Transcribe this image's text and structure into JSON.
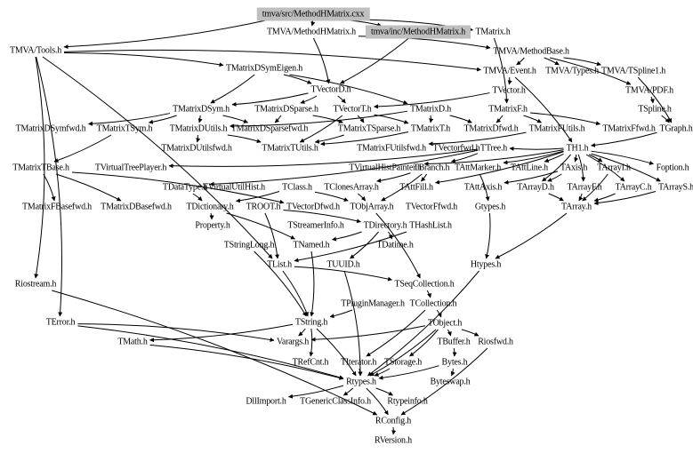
{
  "diagram": {
    "title": "Include dependency graph for tmva/src/MethodHMatrix.cxx",
    "colors": {
      "highlight_fill": "#bfbfbf",
      "edge": "#000000",
      "background": "#ffffff"
    },
    "nodes": [
      {
        "id": "src",
        "label": "tmva/src/MethodHMatrix.cxx",
        "highlight": true
      },
      {
        "id": "mhm",
        "label": "TMVA/MethodHMatrix.h"
      },
      {
        "id": "inc",
        "label": "tmva/inc/MethodHMatrix.h",
        "highlight": true
      },
      {
        "id": "tmatrix",
        "label": "TMatrix.h"
      },
      {
        "id": "tools",
        "label": "TMVA/Tools.h"
      },
      {
        "id": "mbase",
        "label": "TMVA/MethodBase.h"
      },
      {
        "id": "dsymeig",
        "label": "TMatrixDSymEigen.h"
      },
      {
        "id": "event",
        "label": "TMVA/Event.h"
      },
      {
        "id": "types",
        "label": "TMVA/Types.h"
      },
      {
        "id": "tspline1",
        "label": "TMVA/TSpline1.h"
      },
      {
        "id": "tvectord",
        "label": "TVectorD.h"
      },
      {
        "id": "tvector",
        "label": "TVector.h"
      },
      {
        "id": "pdf",
        "label": "TMVA/PDF.h"
      },
      {
        "id": "dsym",
        "label": "TMatrixDSym.h"
      },
      {
        "id": "dsparse",
        "label": "TMatrixDSparse.h"
      },
      {
        "id": "tvectort",
        "label": "TVectorT.h"
      },
      {
        "id": "tmd",
        "label": "TMatrixD.h"
      },
      {
        "id": "tmf",
        "label": "TMatrixF.h"
      },
      {
        "id": "tspline",
        "label": "TSpline.h"
      },
      {
        "id": "dsymfwd",
        "label": "TMatrixDSymfwd.h"
      },
      {
        "id": "tsym",
        "label": "TMatrixTSym.h"
      },
      {
        "id": "dutils",
        "label": "TMatrixDUtils.h"
      },
      {
        "id": "dsparsefwd",
        "label": "TMatrixDSparsefwd.h"
      },
      {
        "id": "tsparse",
        "label": "TMatrixTSparse.h"
      },
      {
        "id": "tmt",
        "label": "TMatrixT.h"
      },
      {
        "id": "dfwd",
        "label": "TMatrixDfwd.h"
      },
      {
        "id": "futils",
        "label": "TMatrixFUtils.h"
      },
      {
        "id": "ffwd",
        "label": "TMatrixFfwd.h"
      },
      {
        "id": "tgraph",
        "label": "TGraph.h"
      },
      {
        "id": "dutilsfwd",
        "label": "TMatrixDUtilsfwd.h"
      },
      {
        "id": "tutils",
        "label": "TMatrixTUtils.h"
      },
      {
        "id": "futilsfwd",
        "label": "TMatrixFUtilsfwd.h"
      },
      {
        "id": "tvectorfwd",
        "label": "TVectorfwd.h"
      },
      {
        "id": "ttree",
        "label": "TTree.h"
      },
      {
        "id": "th1",
        "label": "TH1.h"
      },
      {
        "id": "tbase",
        "label": "TMatrixTBase.h"
      },
      {
        "id": "vtreeplayer",
        "label": "TVirtualTreePlayer.h"
      },
      {
        "id": "vhistpainter",
        "label": "TVirtualHistPainter.h"
      },
      {
        "id": "tbranch",
        "label": "TBranch.h"
      },
      {
        "id": "attmarker",
        "label": "TAttMarker.h"
      },
      {
        "id": "attline",
        "label": "TAttLine.h"
      },
      {
        "id": "taxis",
        "label": "TAxis.h"
      },
      {
        "id": "tarrayi",
        "label": "TArrayI.h"
      },
      {
        "id": "foption",
        "label": "Foption.h"
      },
      {
        "id": "tdatatype",
        "label": "TDataType.h"
      },
      {
        "id": "vutilhist",
        "label": "TVirtualUtilHist.h"
      },
      {
        "id": "tclass",
        "label": "TClass.h"
      },
      {
        "id": "tclones",
        "label": "TClonesArray.h"
      },
      {
        "id": "attfill",
        "label": "TAttFill.h"
      },
      {
        "id": "attaxis",
        "label": "TAttAxis.h"
      },
      {
        "id": "tarrayd",
        "label": "TArrayD.h"
      },
      {
        "id": "tarrayf",
        "label": "TArrayF.h"
      },
      {
        "id": "tarrayc",
        "label": "TArrayC.h"
      },
      {
        "id": "tarrays",
        "label": "TArrayS.h"
      },
      {
        "id": "fbasefwd",
        "label": "TMatrixFBasefwd.h"
      },
      {
        "id": "dbasefwd",
        "label": "TMatrixDBasefwd.h"
      },
      {
        "id": "tdict",
        "label": "TDictionary.h"
      },
      {
        "id": "troot",
        "label": "TROOT.h"
      },
      {
        "id": "vdfwd",
        "label": "TVectorDfwd.h"
      },
      {
        "id": "tobjarray",
        "label": "TObjArray.h"
      },
      {
        "id": "vffwd",
        "label": "TVectorFfwd.h"
      },
      {
        "id": "gtypes",
        "label": "Gtypes.h"
      },
      {
        "id": "tarray",
        "label": "TArray.h"
      },
      {
        "id": "property",
        "label": "Property.h"
      },
      {
        "id": "streamerinfo",
        "label": "TStreamerInfo.h"
      },
      {
        "id": "tdirectory",
        "label": "TDirectory.h"
      },
      {
        "id": "thashlist",
        "label": "THashList.h"
      },
      {
        "id": "tstringlong",
        "label": "TStringLong.h"
      },
      {
        "id": "tnamed",
        "label": "TNamed.h"
      },
      {
        "id": "tdatime",
        "label": "TDatime.h"
      },
      {
        "id": "tlist",
        "label": "TList.h"
      },
      {
        "id": "tuuid",
        "label": "TUUID.h"
      },
      {
        "id": "htypes",
        "label": "Htypes.h"
      },
      {
        "id": "riostream",
        "label": "Riostream.h"
      },
      {
        "id": "tseqcoll",
        "label": "TSeqCollection.h"
      },
      {
        "id": "tpluginmgr",
        "label": "TPluginManager.h"
      },
      {
        "id": "tcollection",
        "label": "TCollection.h"
      },
      {
        "id": "terror",
        "label": "TError.h"
      },
      {
        "id": "tstring",
        "label": "TString.h"
      },
      {
        "id": "tobject",
        "label": "TObject.h"
      },
      {
        "id": "tmath",
        "label": "TMath.h"
      },
      {
        "id": "varargs",
        "label": "Varargs.h"
      },
      {
        "id": "tbuffer",
        "label": "TBuffer.h"
      },
      {
        "id": "riosfwd",
        "label": "Riosfwd.h"
      },
      {
        "id": "trefcnt",
        "label": "TRefCnt.h"
      },
      {
        "id": "titerator",
        "label": "TIterator.h"
      },
      {
        "id": "tstorage",
        "label": "TStorage.h"
      },
      {
        "id": "bytes",
        "label": "Bytes.h"
      },
      {
        "id": "rtypes",
        "label": "Rtypes.h"
      },
      {
        "id": "byteswap",
        "label": "Byteswap.h"
      },
      {
        "id": "dllimport",
        "label": "DllImport.h"
      },
      {
        "id": "tgenericci",
        "label": "TGenericClassInfo.h"
      },
      {
        "id": "rtypeinfo",
        "label": "Rtypeinfo.h"
      },
      {
        "id": "rconfig",
        "label": "RConfig.h"
      },
      {
        "id": "rversion",
        "label": "RVersion.h"
      }
    ],
    "edges": [
      [
        "src",
        "mhm"
      ],
      [
        "src",
        "tools"
      ],
      [
        "src",
        "tmatrix"
      ],
      [
        "src",
        "inc"
      ],
      [
        "mhm",
        "mbase"
      ],
      [
        "mhm",
        "tvectord"
      ],
      [
        "inc",
        "tvectord"
      ],
      [
        "tmatrix",
        "tmf"
      ],
      [
        "tools",
        "dsymeig"
      ],
      [
        "tools",
        "riostream"
      ],
      [
        "tools",
        "terror"
      ],
      [
        "tools",
        "tlist"
      ],
      [
        "tools",
        "event"
      ],
      [
        "mbase",
        "event"
      ],
      [
        "mbase",
        "types"
      ],
      [
        "mbase",
        "tspline1"
      ],
      [
        "mbase",
        "pdf"
      ],
      [
        "dsymeig",
        "tvectord"
      ],
      [
        "dsymeig",
        "dsym"
      ],
      [
        "dsymeig",
        "tmd"
      ],
      [
        "event",
        "tvector"
      ],
      [
        "event",
        "th1"
      ],
      [
        "tspline1",
        "tgraph"
      ],
      [
        "pdf",
        "tspline"
      ],
      [
        "tspline",
        "tgraph"
      ],
      [
        "tvectord",
        "tvectort"
      ],
      [
        "tvectord",
        "dsym"
      ],
      [
        "tvectord",
        "dsparse"
      ],
      [
        "tvector",
        "tvectort"
      ],
      [
        "dsym",
        "dsymfwd"
      ],
      [
        "dsym",
        "tsym"
      ],
      [
        "dsym",
        "dutils"
      ],
      [
        "dsym",
        "dsparsefwd"
      ],
      [
        "dsparse",
        "tsparse"
      ],
      [
        "dsparse",
        "dsparsefwd"
      ],
      [
        "tvectort",
        "tmt"
      ],
      [
        "tvectort",
        "tsparse"
      ],
      [
        "tvectort",
        "tutils"
      ],
      [
        "tmd",
        "tmt"
      ],
      [
        "tmd",
        "dfwd"
      ],
      [
        "tmd",
        "dutils"
      ],
      [
        "tmf",
        "futils"
      ],
      [
        "tmf",
        "ffwd"
      ],
      [
        "tmf",
        "dfwd"
      ],
      [
        "tsym",
        "tbase"
      ],
      [
        "dutils",
        "dutilsfwd"
      ],
      [
        "dutils",
        "tutils"
      ],
      [
        "tsparse",
        "tutils"
      ],
      [
        "tmt",
        "tutils"
      ],
      [
        "futils",
        "futilsfwd"
      ],
      [
        "tgraph",
        "th1"
      ],
      [
        "th1",
        "ttree"
      ],
      [
        "th1",
        "attmarker"
      ],
      [
        "th1",
        "attline"
      ],
      [
        "th1",
        "taxis"
      ],
      [
        "th1",
        "tarrayi"
      ],
      [
        "th1",
        "foption"
      ],
      [
        "th1",
        "tarrayf"
      ],
      [
        "th1",
        "tarrayd"
      ],
      [
        "th1",
        "tarrayc"
      ],
      [
        "th1",
        "tarrays"
      ],
      [
        "th1",
        "attfill"
      ],
      [
        "th1",
        "vhistpainter"
      ],
      [
        "ttree",
        "tbranch"
      ],
      [
        "ttree",
        "vtreeplayer"
      ],
      [
        "ttree",
        "tdatatype"
      ],
      [
        "tbase",
        "fbasefwd"
      ],
      [
        "tbase",
        "dbasefwd"
      ],
      [
        "tbase",
        "vdfwd"
      ],
      [
        "tbranch",
        "tobjarray"
      ],
      [
        "tbranch",
        "attfill"
      ],
      [
        "tbranch",
        "tclones"
      ],
      [
        "taxis",
        "attaxis"
      ],
      [
        "taxis",
        "tarrayd"
      ],
      [
        "tarrayi",
        "tarray"
      ],
      [
        "tarrayd",
        "tarray"
      ],
      [
        "tarrayf",
        "tarray"
      ],
      [
        "tarrayc",
        "tarray"
      ],
      [
        "tarrays",
        "tarray"
      ],
      [
        "tdatatype",
        "tdict"
      ],
      [
        "tclass",
        "tdict"
      ],
      [
        "tclass",
        "tobjarray"
      ],
      [
        "tclones",
        "tobjarray"
      ],
      [
        "tdict",
        "property"
      ],
      [
        "tdict",
        "tnamed"
      ],
      [
        "troot",
        "tdirectory"
      ],
      [
        "troot",
        "tlist"
      ],
      [
        "tobjarray",
        "tseqcoll"
      ],
      [
        "tdirectory",
        "tnamed"
      ],
      [
        "tdirectory",
        "tuuid"
      ],
      [
        "tdirectory",
        "tdatime"
      ],
      [
        "thashlist",
        "tlist"
      ],
      [
        "tstringlong",
        "tstring"
      ],
      [
        "tnamed",
        "tstring"
      ],
      [
        "tlist",
        "tstring"
      ],
      [
        "tlist",
        "tseqcoll"
      ],
      [
        "tarray",
        "htypes"
      ],
      [
        "attmarker",
        "gtypes"
      ],
      [
        "gtypes",
        "htypes"
      ],
      [
        "htypes",
        "rtypes"
      ],
      [
        "tseqcoll",
        "tcollection"
      ],
      [
        "tcollection",
        "tobject"
      ],
      [
        "tcollection",
        "titerator"
      ],
      [
        "tpluginmgr",
        "tstring"
      ],
      [
        "riostream",
        "rconfig"
      ],
      [
        "terror",
        "varargs"
      ],
      [
        "terror",
        "rtypes"
      ],
      [
        "tstring",
        "trefcnt"
      ],
      [
        "tstring",
        "rtypes"
      ],
      [
        "tstring",
        "tmath"
      ],
      [
        "tstring",
        "varargs"
      ],
      [
        "tobject",
        "tstorage"
      ],
      [
        "tobject",
        "rtypes"
      ],
      [
        "tobject",
        "varargs"
      ],
      [
        "tobject",
        "tbuffer"
      ],
      [
        "tobject",
        "riosfwd"
      ],
      [
        "tbuffer",
        "bytes"
      ],
      [
        "bytes",
        "byteswap"
      ],
      [
        "bytes",
        "rtypes"
      ],
      [
        "tmath",
        "rtypes"
      ],
      [
        "titerator",
        "rtypes"
      ],
      [
        "tstorage",
        "rtypes"
      ],
      [
        "rtypes",
        "dllimport"
      ],
      [
        "rtypes",
        "tgenericci"
      ],
      [
        "rtypes",
        "rtypeinfo"
      ],
      [
        "rtypes",
        "rconfig"
      ],
      [
        "riosfwd",
        "rconfig"
      ],
      [
        "rconfig",
        "rversion"
      ],
      [
        "tuuid",
        "rtypes"
      ]
    ]
  }
}
